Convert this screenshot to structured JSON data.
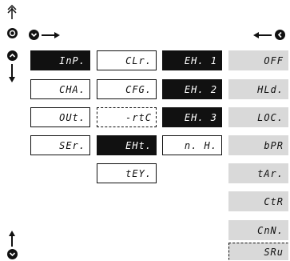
{
  "colors": {
    "selected_bg": "#111111",
    "normal_bg": "#ffffff",
    "option_bg": "#d9d9d9",
    "text": "#111111"
  },
  "icons": {
    "top_up": "double-up-arrow-icon",
    "enter": "enter-circle-icon",
    "move_right": "right-arrow-icon",
    "move_left": "left-arrow-icon",
    "up_down": "up-down-icon",
    "bottom": "down-circle-icon"
  },
  "menu": {
    "col1": [
      "InP.",
      "CHA.",
      "OUt.",
      "SEr."
    ],
    "col2": [
      "CLr.",
      "CFG.",
      "-rtC",
      "EHt.",
      "tEY."
    ],
    "col3": [
      "EH. 1",
      "EH. 2",
      "EH. 3",
      "n. H."
    ],
    "col4": [
      "OFF",
      "HLd.",
      "LOC.",
      "bPR",
      "tAr.",
      "CtR",
      "CnN.",
      "SRu"
    ]
  }
}
